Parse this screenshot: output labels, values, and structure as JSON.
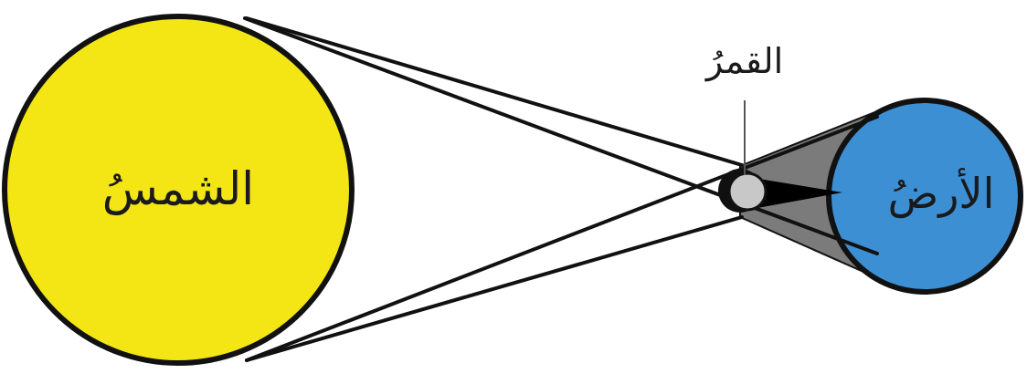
{
  "diagram": {
    "labels": {
      "sun": "الشمسُ",
      "moon": "القمرُ",
      "earth": "الأرضُ"
    },
    "colors": {
      "sun_fill": "#f4e614",
      "earth_fill": "#3d8fd4",
      "moon_fill": "#c8c8c8",
      "moon_shadow": "#101010",
      "penumbra_fill": "#7b7b7b",
      "umbra_fill": "#000000",
      "outline": "#111111",
      "background": "#ffffff"
    }
  }
}
